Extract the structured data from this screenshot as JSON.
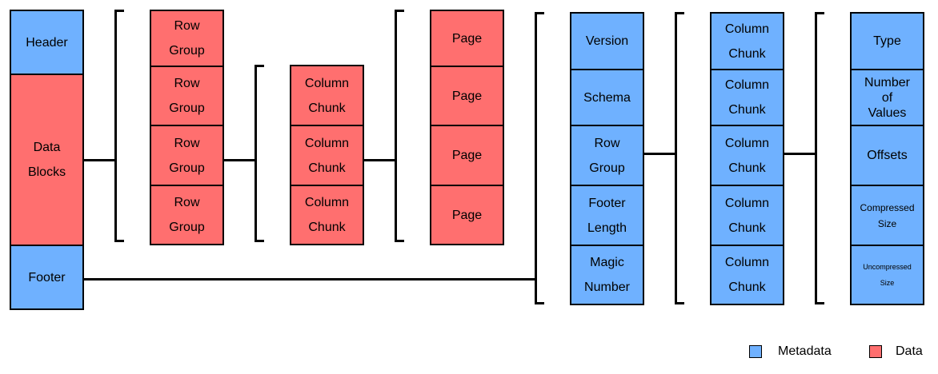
{
  "colors": {
    "metadata": "#6fb1ff",
    "data": "#ff6f6f"
  },
  "file": {
    "header": "Header",
    "data_blocks": [
      "Data",
      "Blocks"
    ],
    "footer": "Footer"
  },
  "row_groups": [
    [
      "Row",
      "Group"
    ],
    [
      "Row",
      "Group"
    ],
    [
      "Row",
      "Group"
    ],
    [
      "Row",
      "Group"
    ]
  ],
  "column_chunks": [
    [
      "Column",
      "Chunk"
    ],
    [
      "Column",
      "Chunk"
    ],
    [
      "Column",
      "Chunk"
    ]
  ],
  "pages": [
    "Page",
    "Page",
    "Page",
    "Page"
  ],
  "footer_fields": {
    "version": "Version",
    "schema": "Schema",
    "row_group": [
      "Row",
      "Group"
    ],
    "footer_length": [
      "Footer",
      "Length"
    ],
    "magic_number": [
      "Magic",
      "Number"
    ]
  },
  "footer_column_chunks": [
    [
      "Column",
      "Chunk"
    ],
    [
      "Column",
      "Chunk"
    ],
    [
      "Column",
      "Chunk"
    ],
    [
      "Column",
      "Chunk"
    ],
    [
      "Column",
      "Chunk"
    ]
  ],
  "chunk_metadata": {
    "type": "Type",
    "number_of_values": [
      "Number",
      "of",
      "Values"
    ],
    "offsets": "Offsets",
    "compressed_size": [
      "Compressed",
      "Size"
    ],
    "uncompressed_size": [
      "Uncompressed",
      "Size"
    ]
  },
  "legend": {
    "metadata": "Metadata",
    "data": "Data"
  }
}
